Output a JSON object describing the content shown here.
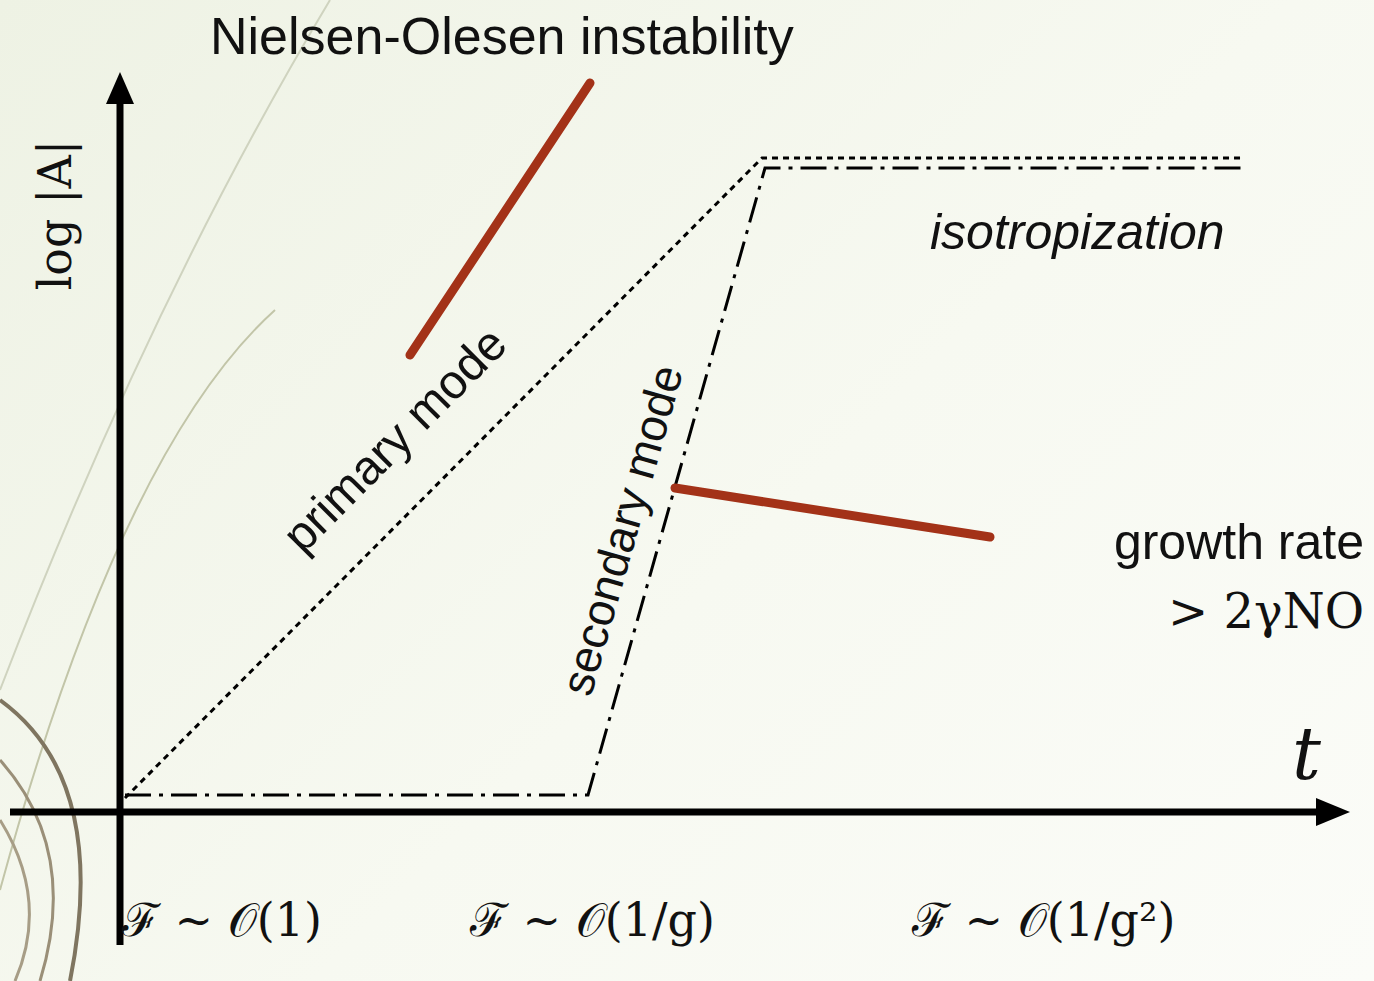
{
  "diagram": {
    "labels": [
      "Nielsen-Olesen instability",
      "log |A|",
      "primary mode",
      "secondary mode",
      "isotropization",
      "growth rate",
      "> 2γNO",
      "t",
      "ℱ ∼ 𝒪(1)",
      "ℱ ∼ 𝒪(1/g)",
      "ℱ ∼ 𝒪(1/g²)"
    ]
  }
}
